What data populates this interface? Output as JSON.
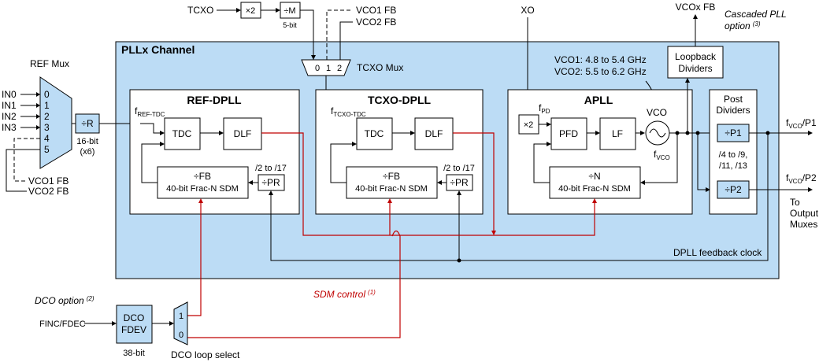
{
  "header": {
    "tcxo_label": "TCXO",
    "x2_label": "×2",
    "divm_label": "÷M",
    "divm_bits": "5-bit",
    "vco1_fb": "VCO1 FB",
    "vco2_fb": "VCO2 FB",
    "xo_label": "XO",
    "vcox_fb": "VCOx FB",
    "cascaded_option": "Cascaded PLL",
    "cascaded_option_line2": "option",
    "cascaded_note": "(3)"
  },
  "channel": {
    "title": "PLLx Channel",
    "tcxo_mux": "TCXO Mux",
    "tcxo_mux_inputs": [
      "0",
      "1",
      "2"
    ],
    "vco_ranges": [
      "VCO1: 4.8 to 5.4 GHz",
      "VCO2: 5.5 to 6.2 GHz"
    ],
    "loopback_dividers": [
      "Loopback",
      "Dividers"
    ],
    "dpll_feedback": "DPLL feedback clock"
  },
  "ref_mux": {
    "label": "REF Mux",
    "inputs": [
      "IN0",
      "IN1",
      "IN2",
      "IN3"
    ],
    "indices": [
      "0",
      "1",
      "2",
      "3",
      "4",
      "5"
    ],
    "vco_inputs": [
      "VCO1 FB",
      "VCO2 FB"
    ],
    "divr_label": "÷R",
    "divr_bits": "16-bit",
    "divr_count": "(x6)"
  },
  "ref_dpll": {
    "title": "REF-DPLL",
    "fin_main": "f",
    "fin_sub": "REF-TDC",
    "tdc": "TDC",
    "dlf": "DLF",
    "fb_line1": "÷FB",
    "fb_line2": "40-bit Frac-N SDM",
    "pr_range": "/2 to /17",
    "pr": "÷PR"
  },
  "tcxo_dpll": {
    "title": "TCXO-DPLL",
    "fin_main": "f",
    "fin_sub": "TCXO-TDC",
    "tdc": "TDC",
    "dlf": "DLF",
    "fb_line1": "÷FB",
    "fb_line2": "40-bit Frac-N SDM",
    "pr_range": "/2 to /17",
    "pr": "÷PR"
  },
  "apll": {
    "title": "APLL",
    "fpd_main": "f",
    "fpd_sub": "PD",
    "x2": "×2",
    "pfd": "PFD",
    "lf": "LF",
    "vco": "VCO",
    "fvco_main": "f",
    "fvco_sub": "VCO",
    "n_line1": "÷N",
    "n_line2": "40-bit Frac-N SDM"
  },
  "post": {
    "title_line1": "Post",
    "title_line2": "Dividers",
    "p1": "÷P1",
    "p1_range_line1": "/4 to /9,",
    "p1_range_line2": "/11, /13",
    "p2": "÷P2"
  },
  "outputs": {
    "out1_main": "f",
    "out1_sub": "VCO",
    "out1_suffix": "/P1",
    "out2_main": "f",
    "out2_sub": "VCO",
    "out2_suffix": "/P2",
    "to_muxes": [
      "To",
      "Output",
      "Muxes"
    ]
  },
  "dco": {
    "option": "DCO option",
    "option_note": "(2)",
    "finc": "FINC/FDEC",
    "block_line1": "DCO",
    "block_line2": "FDEV",
    "bits": "38-bit",
    "mux_1": "1",
    "mux_0": "0",
    "loop_select": "DCO loop select",
    "sdm_control": "SDM control",
    "sdm_note": "(1)"
  }
}
